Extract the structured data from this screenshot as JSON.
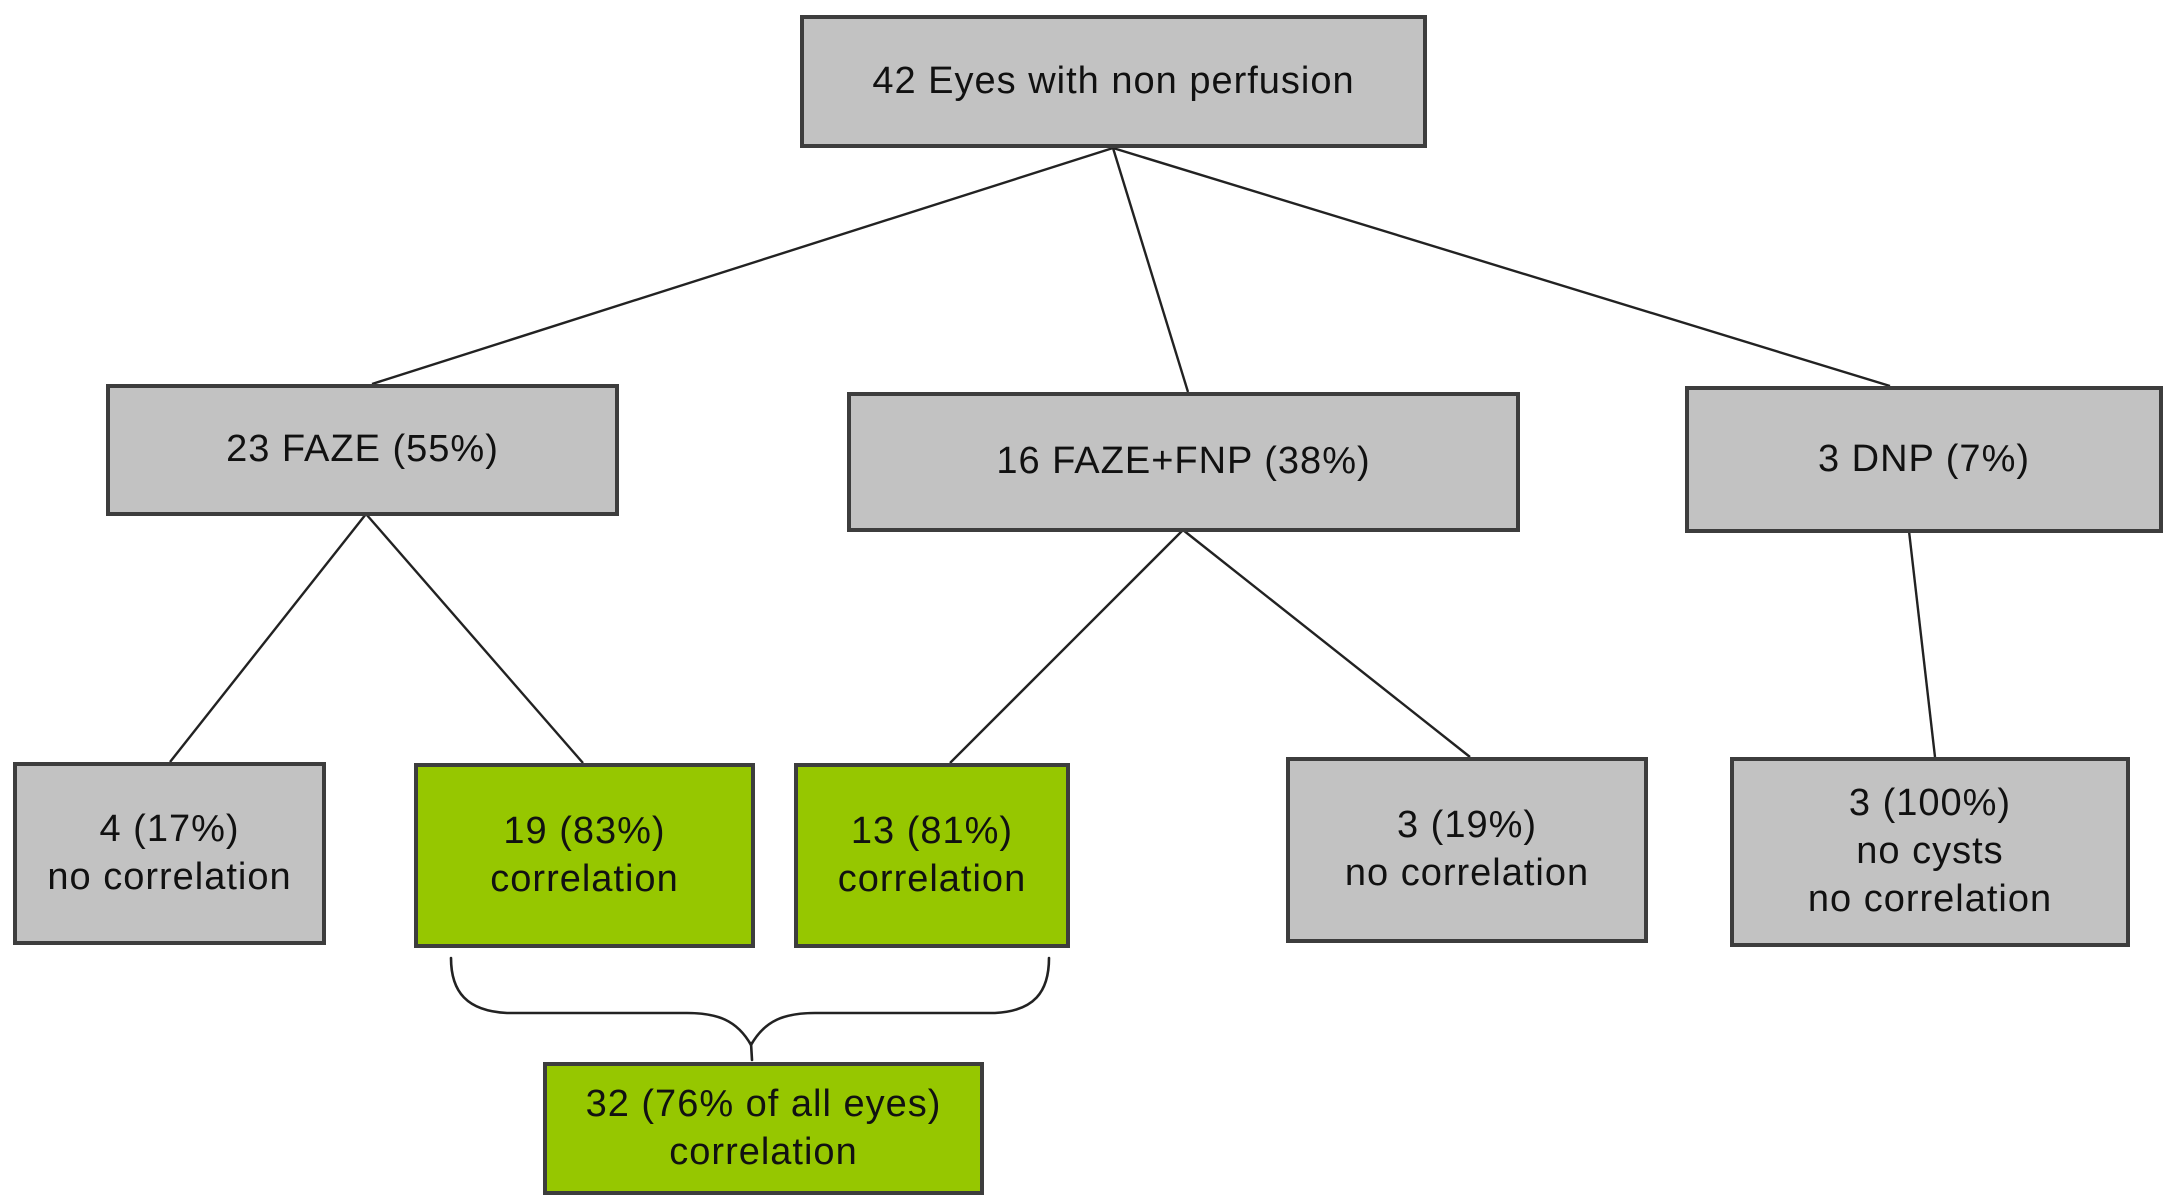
{
  "diagram": {
    "colors": {
      "gray_fill": "#c2c2c2",
      "green_fill": "#96c700",
      "box_border": "#3d3d3d",
      "connector": "#222222",
      "text": "#111111",
      "background": "#ffffff"
    },
    "nodes": {
      "root": {
        "label": "42 Eyes with non perfusion"
      },
      "faze": {
        "label": "23 FAZE (55%)"
      },
      "faze_fnp": {
        "label": "16 FAZE+FNP (38%)"
      },
      "dnp": {
        "label": "3 DNP (7%)"
      },
      "faze_no_correlation": {
        "label": "4 (17%)\nno correlation"
      },
      "faze_correlation": {
        "label": "19 (83%)\ncorrelation"
      },
      "faze_fnp_correlation": {
        "label": "13 (81%)\ncorrelation"
      },
      "faze_fnp_no_correlation": {
        "label": "3 (19%)\nno correlation"
      },
      "dnp_no_cysts": {
        "label": "3 (100%)\nno cysts\nno correlation"
      },
      "total_correlation": {
        "label": "32 (76% of all eyes)\ncorrelation"
      }
    }
  }
}
